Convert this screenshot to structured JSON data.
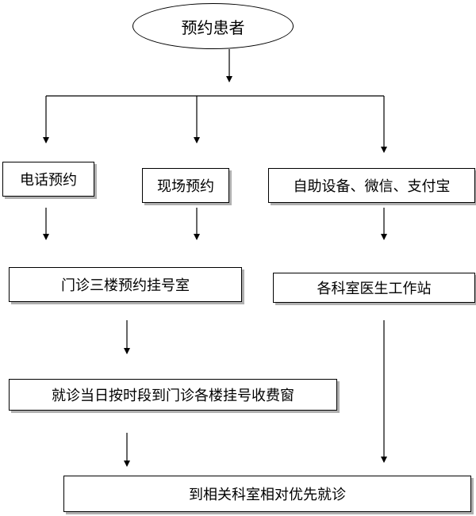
{
  "diagram": {
    "type": "flowchart",
    "colors": {
      "stroke": "#000000",
      "shadow": "#b0b0b0",
      "background": "#ffffff"
    },
    "nodes": {
      "start": "预约患者",
      "phone": "电话预约",
      "onsite": "现场预约",
      "self": "自助设备、微信、支付宝",
      "registration": "门诊三楼预约挂号室",
      "dept_doctor": "各科室医生工作站",
      "visit_day": "就诊当日按时段到门诊各楼挂号收费窗",
      "priority": "到相关科室相对优先就诊"
    }
  }
}
